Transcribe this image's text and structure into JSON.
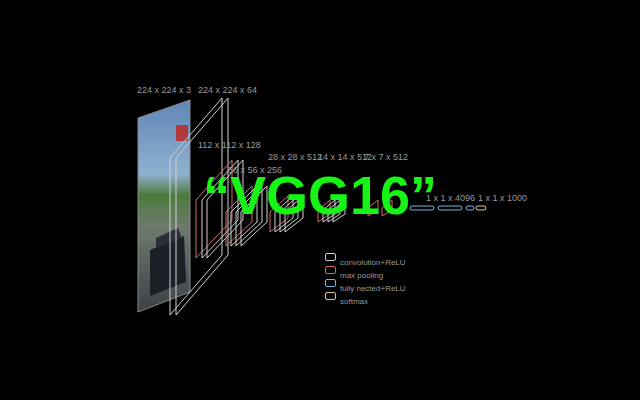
{
  "diagram": {
    "title": "“VGG16”",
    "labels": [
      "224 x 224 x 3",
      "224 x 224 x 64",
      "112 x 112 x 128",
      "56 x 56 x 256",
      "28 x 28 x 512",
      "14 x 14 x 512",
      "7 x 7 x 512",
      "1 x 1 x 4096",
      "1 x 1 x 1000"
    ],
    "legend": [
      {
        "text": "convolution+ReLU",
        "color": "#d0d0d0"
      },
      {
        "text": "max pooling",
        "color": "#d06a6a"
      },
      {
        "text": "fully nected+ReLU",
        "color": "#7ab6e0"
      },
      {
        "text": "softmax",
        "color": "#e8c49a"
      }
    ]
  }
}
